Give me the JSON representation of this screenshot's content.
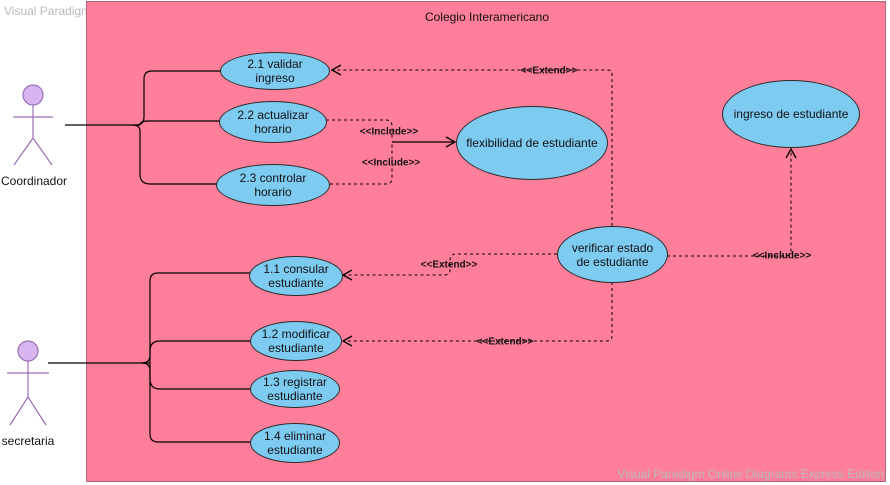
{
  "watermark": "Visual Paradigm Online Diagrams Express Edition",
  "system": {
    "title": "Colegio Interamericano"
  },
  "actors": {
    "coordinador": "Coordinador",
    "secretaria": "secretaria"
  },
  "use_cases": {
    "validar_ingreso": "2.1 validar ingreso",
    "actualizar_horario": "2.2 actualizar horario",
    "controlar_horario": "2.3 controlar horario",
    "flexibilidad_estudiante": "flexibilidad de estudiante",
    "ingreso_estudiante": "ingreso de estudiante",
    "verificar_estado": "verificar estado de estudiante",
    "consultar_estudiante": "1.1 consular estudiante",
    "modificar_estudiante": "1.2 modificar estudiante",
    "registrar_estudiante": "1.3 registrar estudiante",
    "eliminar_estudiante": "1.4 eliminar estudiante"
  },
  "relations": {
    "extend_validar": "<<Extend>>",
    "include_actualizar": "<<Include>>",
    "include_controlar": "<<Include>>",
    "extend_consultar": "<<Extend>>",
    "extend_modificar": "<<Extend>>",
    "include_ingreso": "<<Include>>"
  },
  "colors": {
    "system_fill": "#ff7f9a",
    "use_case_fill": "#7ecbf2",
    "actor_fill": "#d8b4f0",
    "actor_stroke": "#9a6fb8",
    "line": "#000000"
  }
}
